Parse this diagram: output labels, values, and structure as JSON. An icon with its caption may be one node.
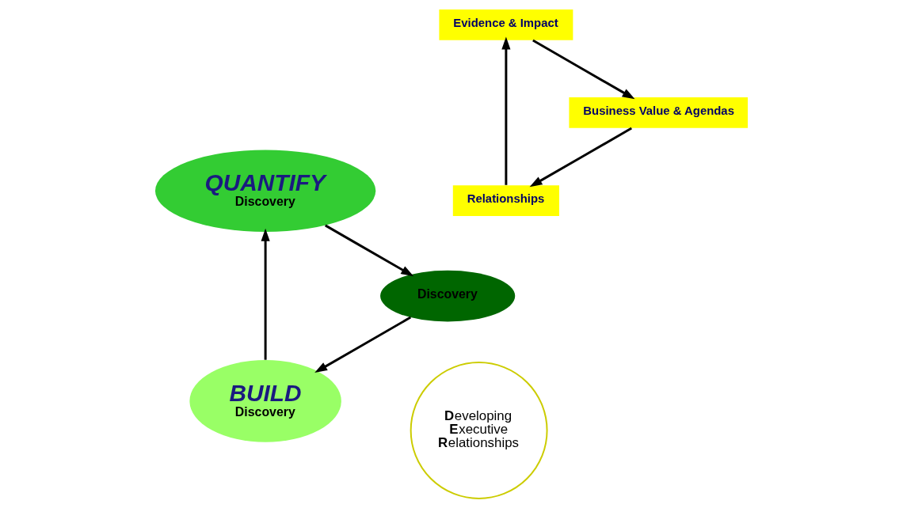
{
  "diagram": {
    "nodes": [
      {
        "text": [
          "BUILD",
          "Discovery"
        ]
      },
      {
        "text": [
          "QUANTIFY",
          "Discovery"
        ]
      },
      {
        "text": [
          "Discovery"
        ]
      },
      {
        "text": [
          "Relationships"
        ]
      },
      {
        "text": [
          "Evidence & Impact"
        ]
      },
      {
        "text": [
          "Business Value & Agendas"
        ]
      },
      {
        "text": [
          "**D**eveloping **E**xecutive **R**elationships"
        ]
      }
    ],
    "edges": [
      {
        "from": 0,
        "to": 1,
        "arrow": "to"
      },
      {
        "from": 1,
        "to": 2,
        "arrow": "to"
      },
      {
        "from": 2,
        "to": 0,
        "arrow": "to"
      },
      {
        "from": 3,
        "to": 4,
        "arrow": "to"
      },
      {
        "from": 4,
        "to": 5,
        "arrow": "to"
      },
      {
        "from": 5,
        "to": 3,
        "arrow": "to"
      }
    ]
  }
}
